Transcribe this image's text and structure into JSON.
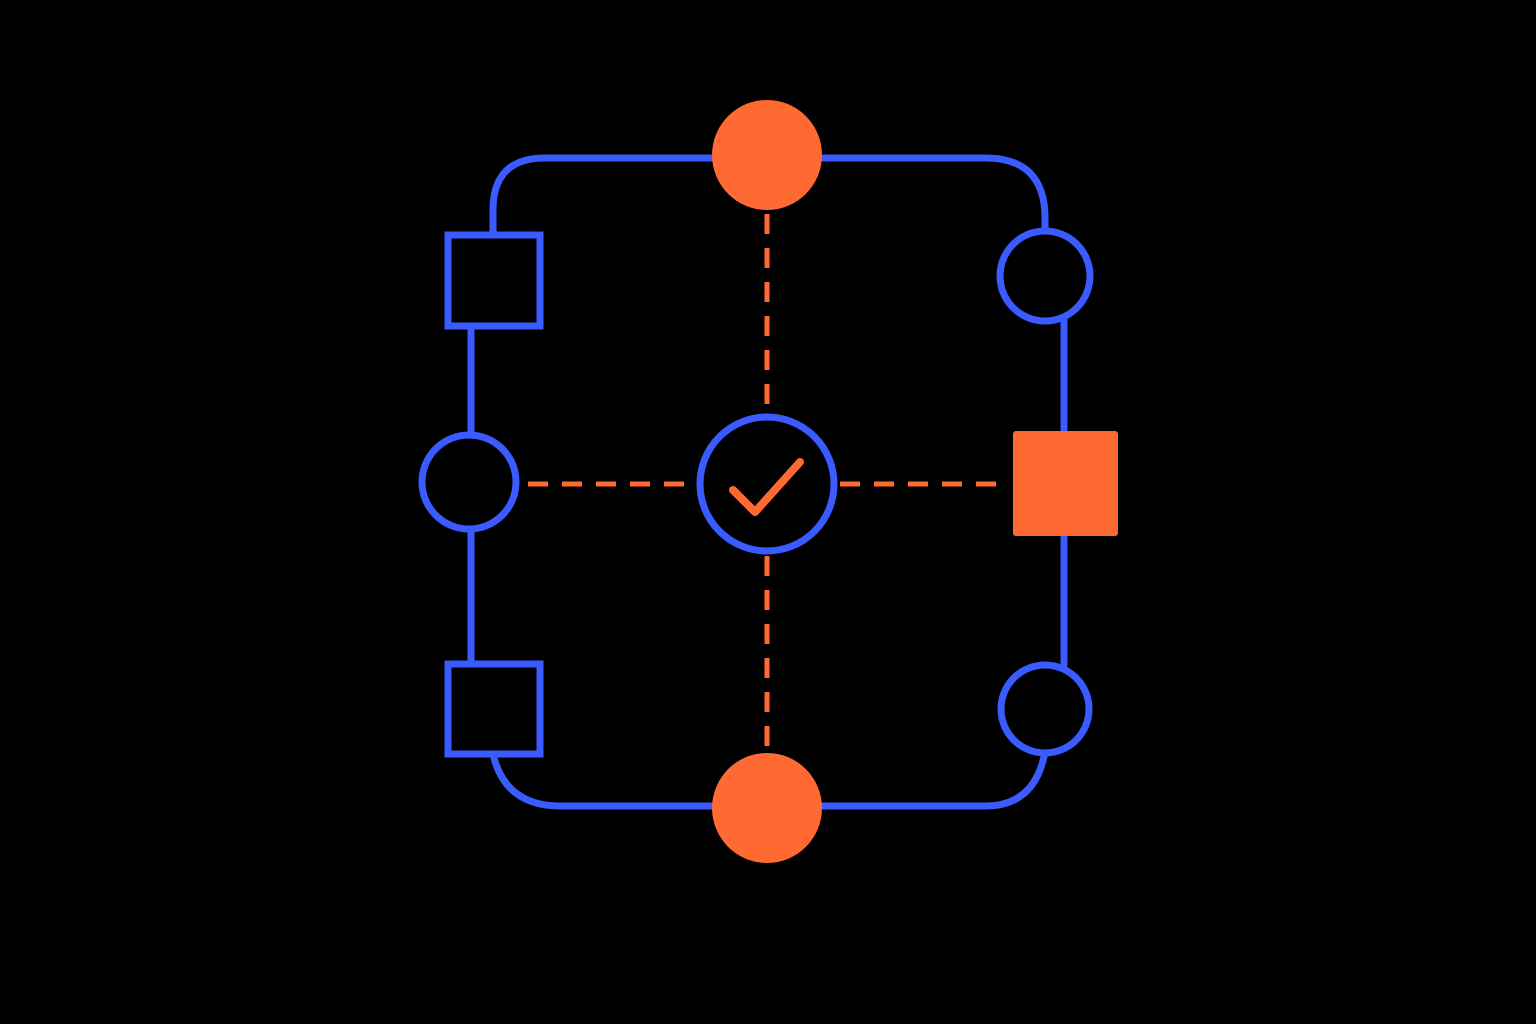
{
  "diagram": {
    "colors": {
      "background": "#000000",
      "blue": "#3A5BFF",
      "orange": "#FF6A33"
    },
    "nodes": [
      {
        "name": "top-orange-circle-node",
        "shape": "circle",
        "style": "filled",
        "color": "orange"
      },
      {
        "name": "bottom-orange-circle-node",
        "shape": "circle",
        "style": "filled",
        "color": "orange"
      },
      {
        "name": "right-orange-square-node",
        "shape": "square",
        "style": "filled",
        "color": "orange"
      },
      {
        "name": "center-check-node",
        "shape": "circle",
        "style": "outline",
        "color": "blue",
        "icon": "check-icon"
      },
      {
        "name": "left-top-square-node",
        "shape": "square",
        "style": "outline",
        "color": "blue"
      },
      {
        "name": "left-bottom-square-node",
        "shape": "square",
        "style": "outline",
        "color": "blue"
      },
      {
        "name": "left-circle-node",
        "shape": "circle",
        "style": "outline",
        "color": "blue"
      },
      {
        "name": "right-top-circle-node",
        "shape": "circle",
        "style": "outline",
        "color": "blue"
      },
      {
        "name": "right-bottom-circle-node",
        "shape": "circle",
        "style": "outline",
        "color": "blue"
      }
    ],
    "connectors": [
      {
        "name": "perimeter-connector",
        "style": "solid",
        "color": "blue"
      },
      {
        "name": "vertical-dashed-connector",
        "style": "dashed",
        "color": "orange"
      },
      {
        "name": "horizontal-dashed-connector",
        "style": "dashed",
        "color": "orange"
      }
    ]
  }
}
